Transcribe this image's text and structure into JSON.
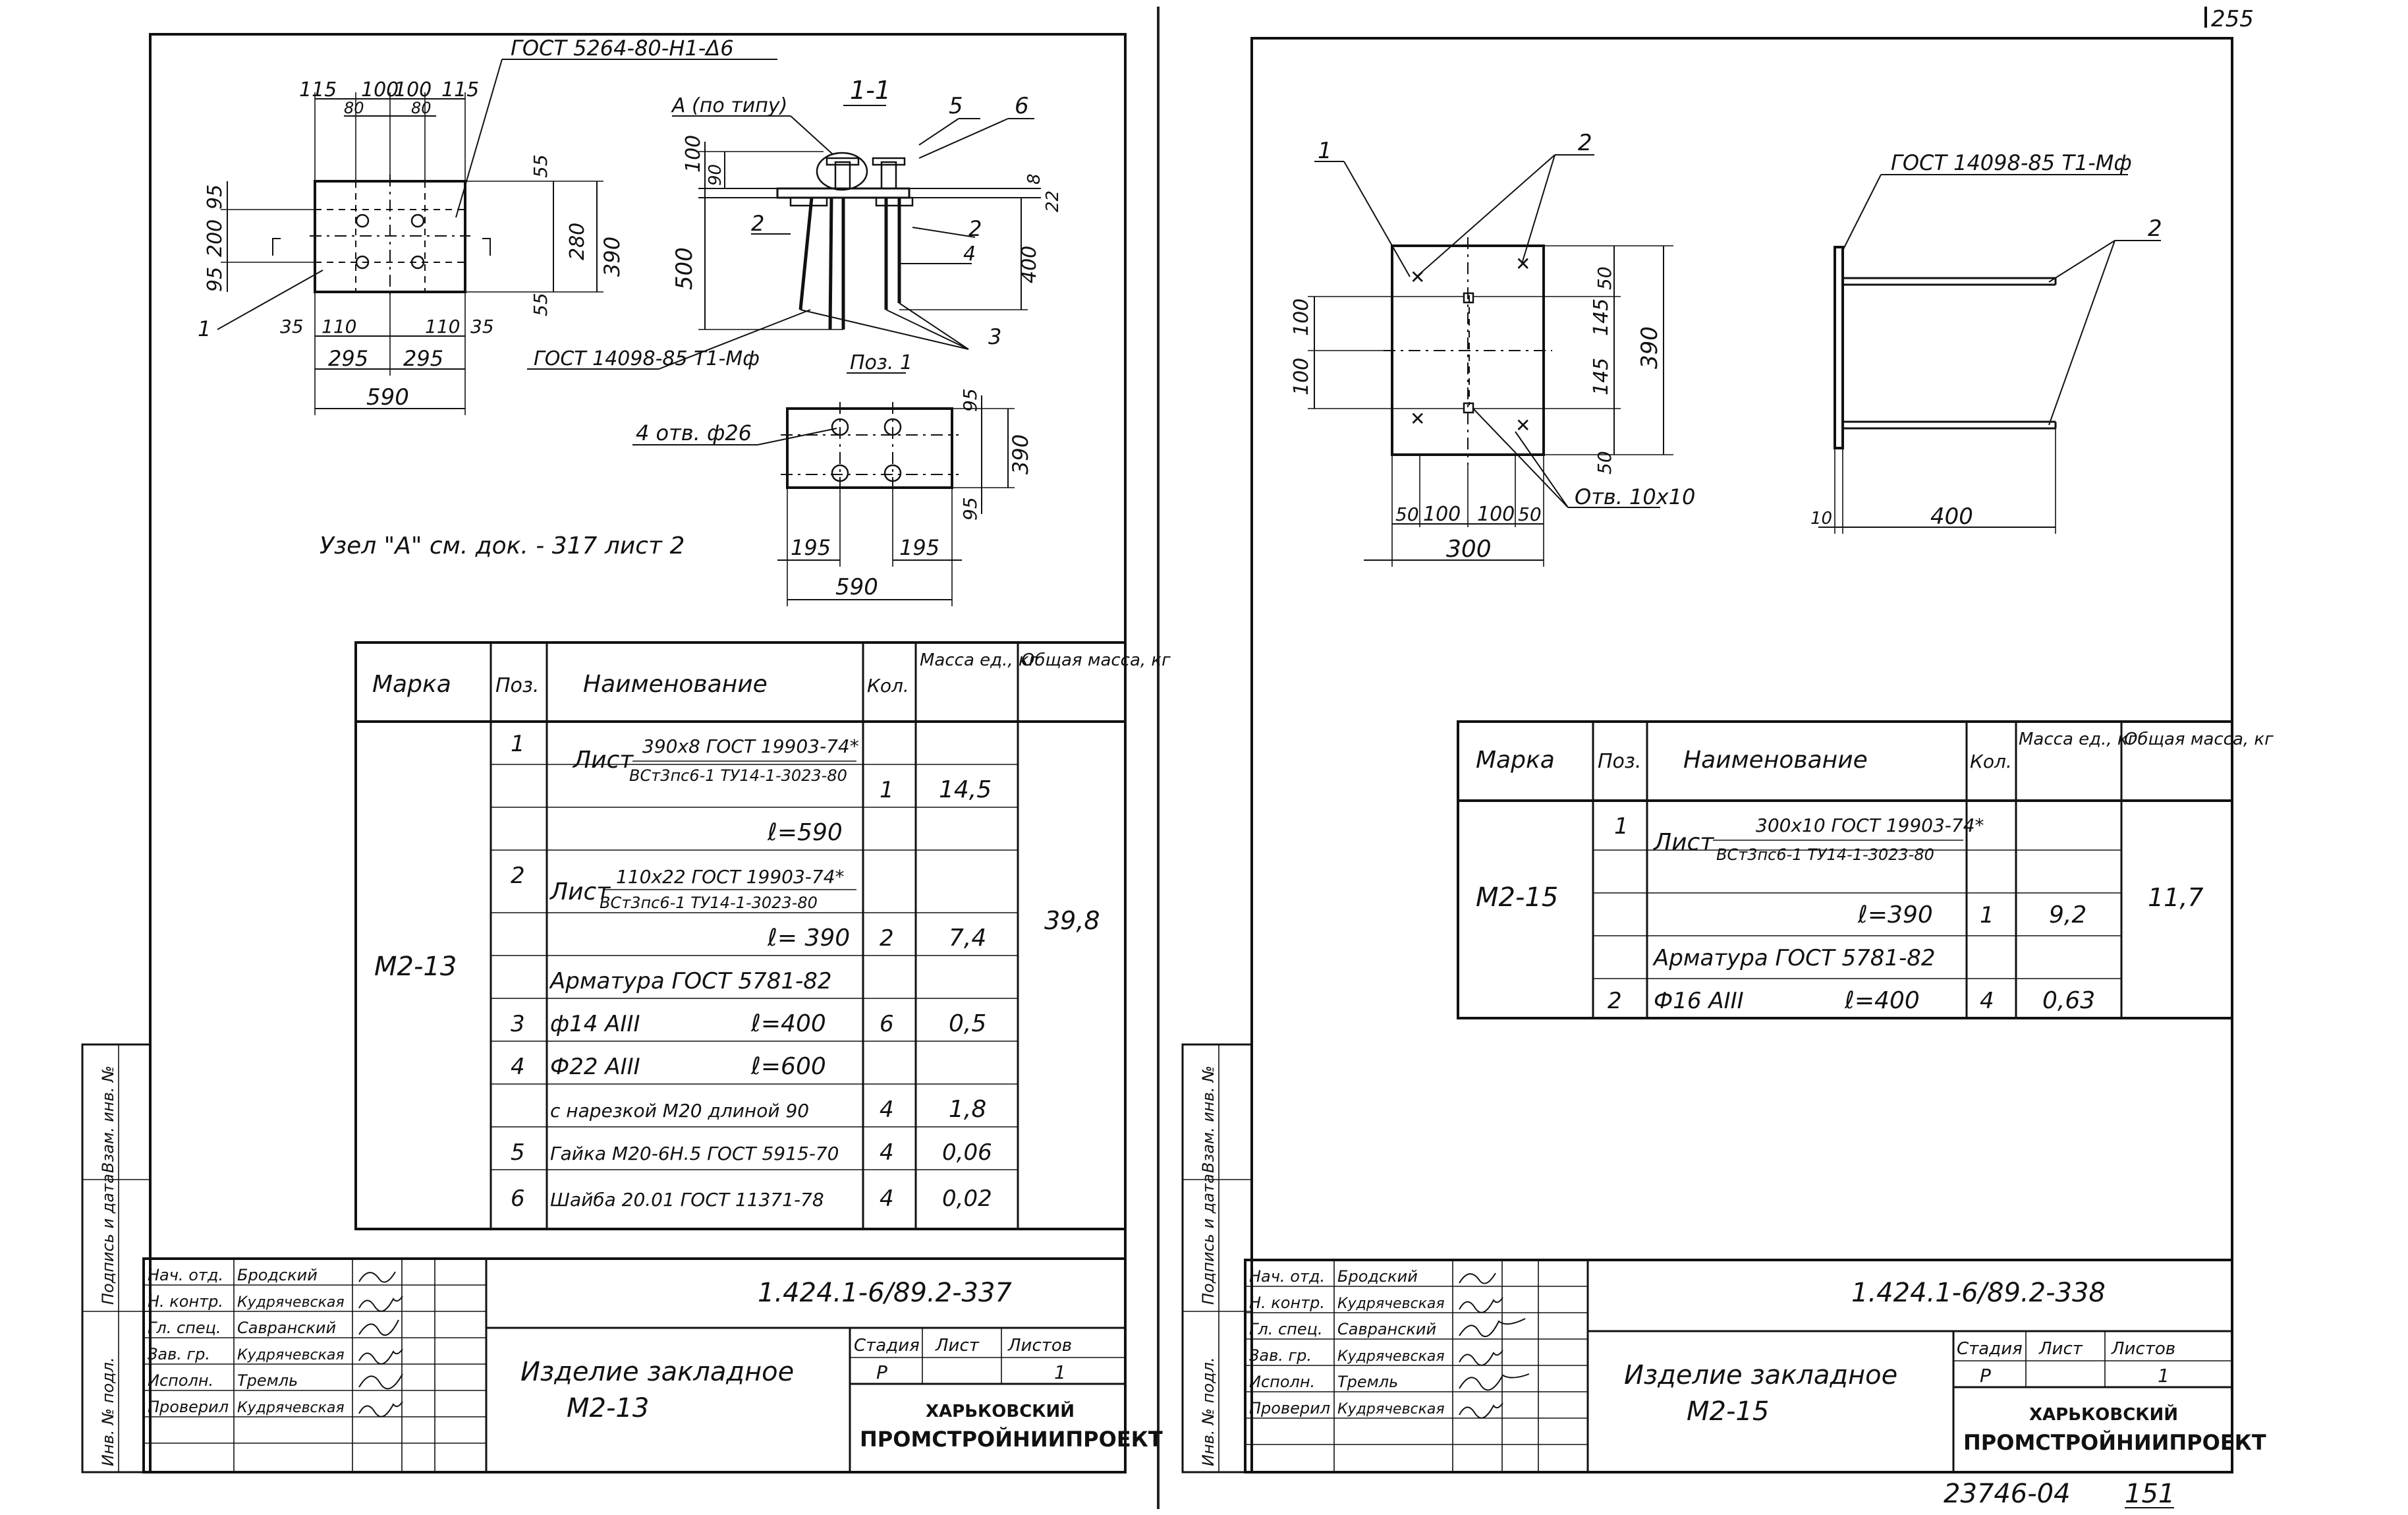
{
  "page_number": "255",
  "archive_number": "23746-04",
  "archive_page": "151",
  "left": {
    "section_label": "1-1",
    "pos_label": "Поз. 1",
    "node_label": "А (по типу)",
    "weld_top": "ГОСТ 5264-80-Н1-Δ6",
    "weld_bottom": "ГОСТ 14098-85 Т1-Мф",
    "holes_label": "4 отв. ф26",
    "node_note": "Узел \"А\" см. док. - 317 лист 2",
    "dims": {
      "d115a": "115",
      "d100a": "100",
      "d100b": "100",
      "d115b": "115",
      "d80a": "80",
      "d80b": "80",
      "d95a": "95",
      "d200": "200",
      "d95b": "95",
      "d55a": "55",
      "d280": "280",
      "d55b": "55",
      "d390": "390",
      "d35a": "35",
      "d110a": "110",
      "d110b": "110",
      "d35b": "35",
      "d295a": "295",
      "d295b": "295",
      "d590": "590",
      "s100": "100",
      "s90": "90",
      "s500": "500",
      "s8": "8",
      "s22": "22",
      "s400": "400",
      "p95a": "95",
      "p390": "390",
      "p95b": "95",
      "p195a": "195",
      "p195b": "195",
      "p590": "590"
    },
    "callouts": {
      "c1": "1",
      "c2a": "2",
      "c2b": "2",
      "c3": "3",
      "c4": "4",
      "c5": "5",
      "c6": "6"
    },
    "table": {
      "headers": {
        "mark": "Марка",
        "pos": "Поз.",
        "name": "Наименование",
        "qty": "Кол.",
        "unit_mass": "Масса ед., кг",
        "total_mass": "Общая масса, кг"
      },
      "mark": "М2-13",
      "total": "39,8",
      "r1_pos": "1",
      "r1_name": "Лист",
      "r1_top": "390х8 ГОСТ 19903-74*",
      "r1_bottom": "ВСт3пс6-1 ТУ14-1-3023-80",
      "r1_qty": "1",
      "r1_mass": "14,5",
      "r1_len": "ℓ=590",
      "r2_pos": "2",
      "r2_name": "Лист",
      "r2_top": "110х22 ГОСТ 19903-74*",
      "r2_bottom": "ВСт3пс6-1 ТУ14-1-3023-80",
      "r2_len": "ℓ= 390",
      "r2_qty": "2",
      "r2_mass": "7,4",
      "rebar": "Арматура ГОСТ 5781-82",
      "r3_pos": "3",
      "r3_name": "ф14 АIII",
      "r3_len": "ℓ=400",
      "r3_qty": "6",
      "r3_mass": "0,5",
      "r4_pos": "4",
      "r4_name": "Ф22 АIII",
      "r4_len": "ℓ=600",
      "r4b_name": "с нарезкой М20 длиной 90",
      "r4b_qty": "4",
      "r4b_mass": "1,8",
      "r5_pos": "5",
      "r5_name": "Гайка М20-6Н.5 ГОСТ 5915-70",
      "r5_qty": "4",
      "r5_mass": "0,06",
      "r6_pos": "6",
      "r6_name": "Шайба 20.01 ГОСТ 11371-78",
      "r6_qty": "4",
      "r6_mass": "0,02"
    },
    "stamp": {
      "code": "1.424.1-6/89.2-337",
      "title": "Изделие закладное",
      "subtitle": "М2-13",
      "stage_h": "Стадия",
      "sheet_h": "Лист",
      "sheets_h": "Листов",
      "stage": "Р",
      "sheets": "1",
      "org1": "ХАРЬКОВСКИЙ",
      "org2": "ПРОМСТРОЙНИИПРОЕКТ",
      "roles": [
        "Нач. отд.",
        "Н. контр.",
        "Гл. спец.",
        "Зав. гр.",
        "Исполн.",
        "Проверил"
      ],
      "names": [
        "Бродский",
        "Кудрячевская",
        "Савранский",
        "Кудрячевская",
        "Тремль",
        "Кудрячевская"
      ],
      "side": [
        "Инв. № подл.",
        "Подпись и дата",
        "Взам. инв. №"
      ]
    }
  },
  "right": {
    "weld": "ГОСТ 14098-85 Т1-Мф",
    "holes_label": "Отв. 10х10",
    "callouts": {
      "c1": "1",
      "c2a": "2",
      "c2b": "2"
    },
    "dims": {
      "d50t": "50",
      "d145a": "145",
      "d145b": "145",
      "d50b": "50",
      "d390": "390",
      "d100a": "100",
      "d100b": "100",
      "b50a": "50",
      "b100a": "100",
      "b100b": "100",
      "b50b": "50",
      "b300": "300",
      "s10": "10",
      "s400": "400"
    },
    "table": {
      "headers": {
        "mark": "Марка",
        "pos": "Поз.",
        "name": "Наименование",
        "qty": "Кол.",
        "unit_mass": "Масса ед., кг",
        "total_mass": "Общая масса, кг"
      },
      "mark": "М2-15",
      "total": "11,7",
      "r1_pos": "1",
      "r1_name": "Лист",
      "r1_top": "300х10 ГОСТ 19903-74*",
      "r1_bottom": "ВСт3пс6-1 ТУ14-1-3023-80",
      "r1_len": "ℓ=390",
      "r1_qty": "1",
      "r1_mass": "9,2",
      "rebar": "Арматура ГОСТ 5781-82",
      "r2_pos": "2",
      "r2_name": "Ф16 АIII",
      "r2_len": "ℓ=400",
      "r2_qty": "4",
      "r2_mass": "0,63"
    },
    "stamp": {
      "code": "1.424.1-6/89.2-338",
      "title": "Изделие закладное",
      "subtitle": "М2-15",
      "stage_h": "Стадия",
      "sheet_h": "Лист",
      "sheets_h": "Листов",
      "stage": "Р",
      "sheets": "1",
      "org1": "ХАРЬКОВСКИЙ",
      "org2": "ПРОМСТРОЙНИИПРОЕКТ",
      "roles": [
        "Нач. отд.",
        "Н. контр.",
        "Гл. спец.",
        "Зав. гр.",
        "Исполн.",
        "Проверил"
      ],
      "names": [
        "Бродский",
        "Кудрячевская",
        "Савранский",
        "Кудрячевская",
        "Тремль",
        "Кудрячевская"
      ],
      "side": [
        "Инв. № подл.",
        "Подпись и дата",
        "Взам. инв. №"
      ]
    }
  }
}
